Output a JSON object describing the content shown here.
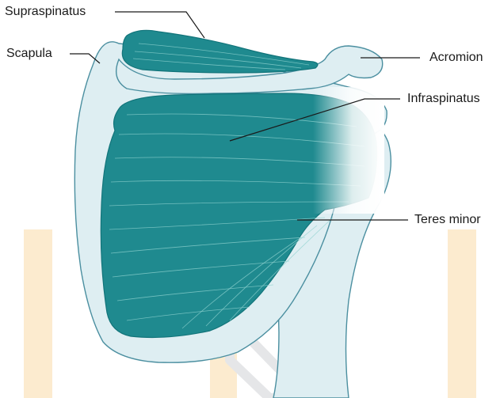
{
  "labels": {
    "supraspinatus": "Supraspinatus",
    "scapula": "Scapula",
    "acromion": "Acromion",
    "infraspinatus": "Infraspinatus",
    "teres_minor": "Teres minor"
  },
  "colors": {
    "bone": "#deeef2",
    "bone_outline": "#4b8fa0",
    "muscle": "#1f8a8f",
    "muscle_dark": "#12747a",
    "fiber": "#8fd1cf",
    "leader": "#1a1a1a",
    "watermark_orange": "#fcebcf",
    "watermark_gray": "#e5e6e8"
  }
}
